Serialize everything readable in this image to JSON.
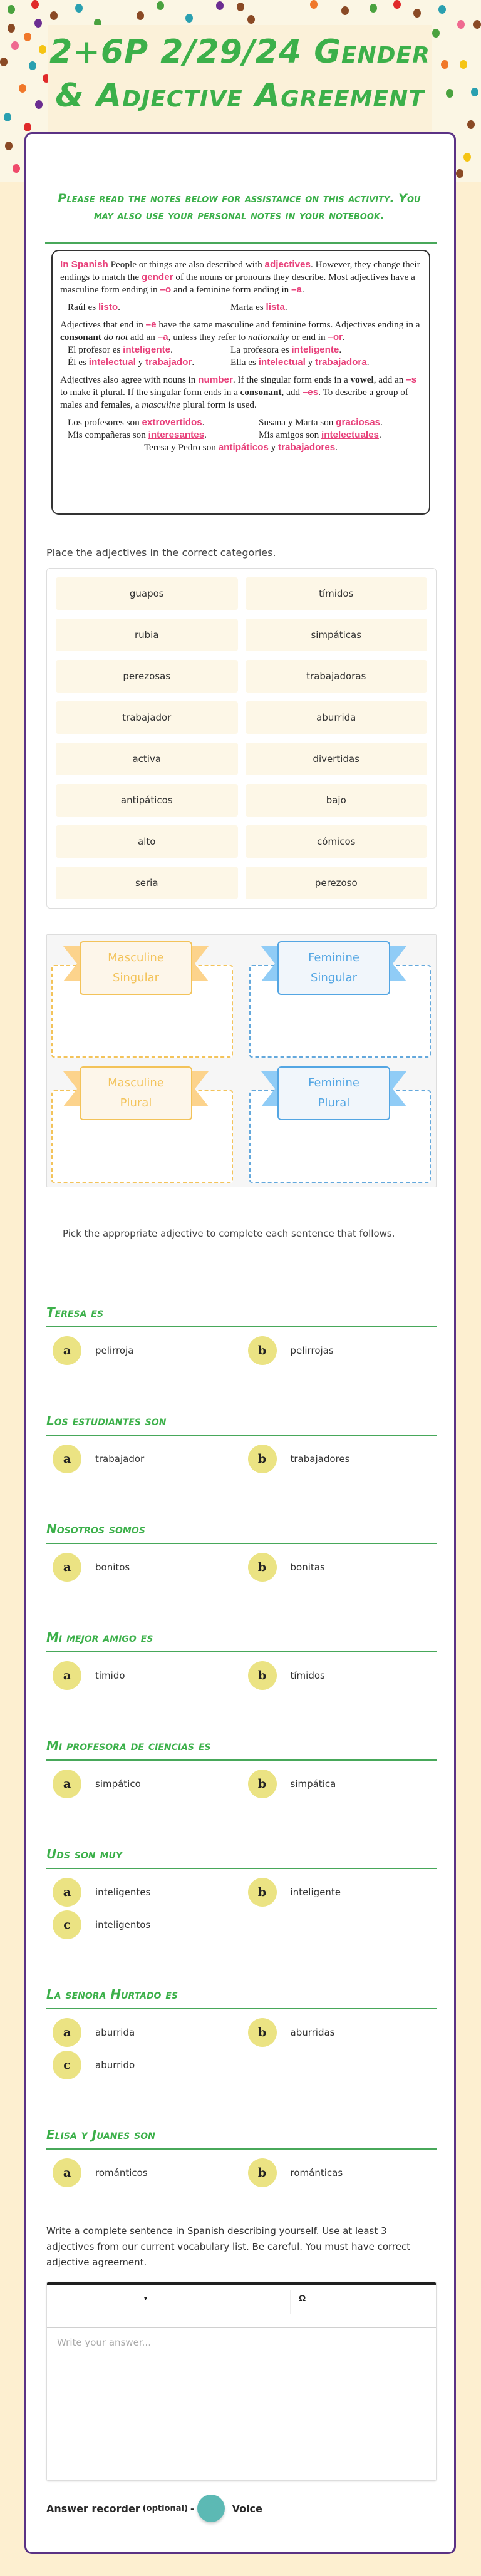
{
  "header": {
    "title": "2+6P 2/29/24 Gender & Adjective Agreement",
    "background": "polka-dot confetti"
  },
  "colors": {
    "title_green": "#3cb04a",
    "card_border_purple": "#5b3285",
    "page_cream": "#fdefd0",
    "note_pink": "#e8417b",
    "bubble_yellow": "#ebe383",
    "masculine_orange": "#f3c35a",
    "feminine_blue": "#54a6e3",
    "voice_teal": "#5cb9b4"
  },
  "intro": {
    "text": "Please read the notes below for assistance on this activity.  You may also use your personal notes in your notebook."
  },
  "notes": {
    "p1_lead": "In Spanish",
    "p1_a": " People or things are also described with ",
    "p1_adjectives": "adjectives",
    "p1_b": ". However, they change their endings to match the ",
    "p1_gender": "gender",
    "p1_c": " of the nouns or pronouns they describe. Most adjectives have a masculine form ending in ",
    "p1_o": "–o",
    "p1_d": " and a feminine form ending in ",
    "p1_a_end": "–a",
    "p1_e": ".",
    "ex1_left_a": "Raúl es ",
    "ex1_left_b": "listo",
    "ex1_right_a": "Marta es ",
    "ex1_right_b": "lista",
    "p2_a": "Adjectives that end in ",
    "p2_e": "–e",
    "p2_b": " have the same masculine and feminine forms. Adjectives ending in a ",
    "p2_consonant": "consonant",
    "p2_c": " ",
    "p2_donot": "do not",
    "p2_d": " add an ",
    "p2_a2": "–a",
    "p2_e2": ", unless they refer to ",
    "p2_nationality": "nationality",
    "p2_f": " or end in ",
    "p2_or": "–or",
    "p2_g": ".",
    "ex2_left_a": "El profesor es ",
    "ex2_left_b": "inteligente",
    "ex2_right_a": "La profesora es ",
    "ex2_right_b": "inteligente",
    "ex3_left_a": "Él es ",
    "ex3_left_b": "intelectual",
    "ex3_left_c": " y ",
    "ex3_left_d": "trabajador",
    "ex3_right_a": "Ella es ",
    "ex3_right_b": "intelectual",
    "ex3_right_c": " y ",
    "ex3_right_d": "trabajadora",
    "p3_a": "Adjectives also agree with nouns in ",
    "p3_number": "number",
    "p3_b": ". If the singular form ends in a ",
    "p3_vowel": "vowel",
    "p3_c": ", add an ",
    "p3_s": "–s",
    "p3_d": " to make it plural. If the singular form ends in a ",
    "p3_consonant": "consonant",
    "p3_e": ", add ",
    "p3_es": "–es",
    "p3_f": ". To describe a group of males and females, a ",
    "p3_masculine": "masculine",
    "p3_g": " plural form is used.",
    "ex4_left_a": "Los profesores son ",
    "ex4_left_b": "extrovertidos",
    "ex4_right_a": "Susana y Marta son ",
    "ex4_right_b": "graciosas",
    "ex5_left_a": "Mis compañeras son ",
    "ex5_left_b": "interesantes",
    "ex5_right_a": "Mis amigos son ",
    "ex5_right_b": "intelectuales",
    "ex6_a": "Teresa y Pedro son ",
    "ex6_b": "antipáticos",
    "ex6_c": " y ",
    "ex6_d": "trabajadores"
  },
  "sorting": {
    "instruction": "Place the adjectives in the correct categories.",
    "chips": [
      "guapos",
      "tímidos",
      "rubia",
      "simpáticas",
      "perezosas",
      "trabajadoras",
      "trabajador",
      "aburrida",
      "activa",
      "divertidas",
      "antipáticos",
      "bajo",
      "alto",
      "cómicos",
      "seria",
      "perezoso"
    ],
    "categories": [
      {
        "line1": "Masculine",
        "line2": "Singular"
      },
      {
        "line1": "Feminine",
        "line2": "Singular"
      },
      {
        "line1": "Masculine",
        "line2": "Plural"
      },
      {
        "line1": "Feminine",
        "line2": "Plural"
      }
    ]
  },
  "mc_instruction": "Pick the appropriate adjective to complete each sentence that follows.",
  "questions": [
    {
      "title": "Teresa es",
      "options": [
        {
          "letter": "a",
          "text": "pelirroja"
        },
        {
          "letter": "b",
          "text": "pelirrojas"
        }
      ]
    },
    {
      "title": "Los estudiantes son",
      "options": [
        {
          "letter": "a",
          "text": "trabajador"
        },
        {
          "letter": "b",
          "text": "trabajadores"
        }
      ]
    },
    {
      "title": "Nosotros somos",
      "options": [
        {
          "letter": "a",
          "text": "bonitos"
        },
        {
          "letter": "b",
          "text": "bonitas"
        }
      ]
    },
    {
      "title": "Mi mejor amigo es",
      "options": [
        {
          "letter": "a",
          "text": "tímido"
        },
        {
          "letter": "b",
          "text": "tímidos"
        }
      ]
    },
    {
      "title": "Mi profesora de ciencias es",
      "options": [
        {
          "letter": "a",
          "text": "simpático"
        },
        {
          "letter": "b",
          "text": "simpática"
        }
      ]
    },
    {
      "title": "Uds son muy",
      "options": [
        {
          "letter": "a",
          "text": "inteligentes"
        },
        {
          "letter": "b",
          "text": "inteligente"
        },
        {
          "letter": "c",
          "text": "inteligentos"
        }
      ]
    },
    {
      "title": "La señora Hurtado es",
      "options": [
        {
          "letter": "a",
          "text": "aburrida"
        },
        {
          "letter": "b",
          "text": "aburridas"
        },
        {
          "letter": "c",
          "text": "aburrido"
        }
      ]
    },
    {
      "title": "Elisa y Juanes son",
      "options": [
        {
          "letter": "a",
          "text": "románticos"
        },
        {
          "letter": "b",
          "text": "románticas"
        }
      ]
    }
  ],
  "writing": {
    "prompt": "Write a complete sentence in Spanish describing yourself.  Use at least 3 adjectives from our current vocabulary list.  Be careful.  You must have correct adjective agreement.",
    "toolbar_caret": "▾",
    "toolbar_special_char": "Ω",
    "placeholder": "Write your answer...",
    "value": ""
  },
  "recorder": {
    "label": "Answer recorder",
    "optional": "(optional)",
    "dash": "-",
    "voice_label": "Voice"
  }
}
